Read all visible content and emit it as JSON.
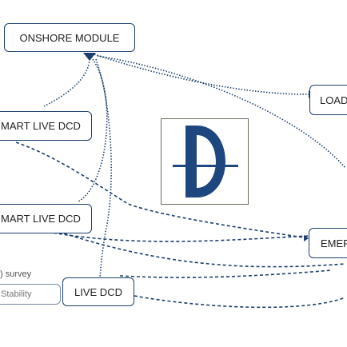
{
  "nodes": {
    "onshore_module": "ONSHORE MODULE",
    "smart_live_dcd_1": "MART LIVE DCD",
    "smart_live_dcd_2": "MART LIVE DCD",
    "survey": ") survey",
    "stability": "Stability",
    "live_dcd": "LIVE DCD",
    "load": "LOAD",
    "emer": "EMEF"
  },
  "logo": {
    "letter": "D"
  },
  "colors": {
    "node_border": "#1c3f6e",
    "connector": "#1c3f6e",
    "logo_mark": "#1e4780",
    "logo_frame": "#6e6a5e"
  }
}
